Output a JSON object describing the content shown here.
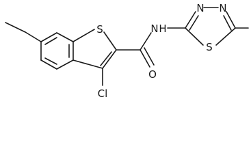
{
  "molecule": {
    "atom_labels": {
      "s_benzothiophene": "S",
      "n_amide": "N",
      "h_amide": "H",
      "n_thiadiazole_1": "N",
      "n_thiadiazole_2": "N",
      "s_thiadiazole": "S",
      "o_carbonyl": "O",
      "cl": "Cl"
    }
  },
  "colors": {
    "bond": "#1a1a1a",
    "label": "#1a1a1a",
    "background": "#ffffff"
  }
}
